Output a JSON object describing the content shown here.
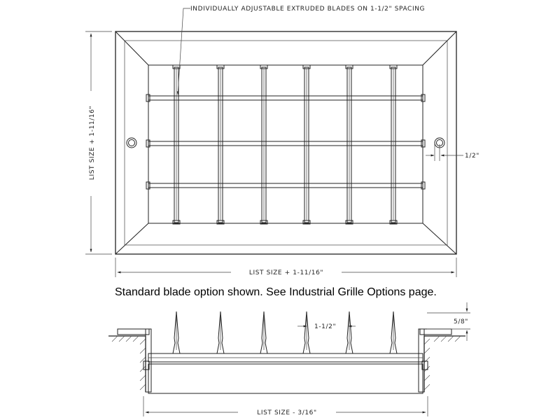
{
  "diagram": {
    "blade_callout": "INDIVIDUALLY ADJUSTABLE EXTRUDED BLADES ON 1-1/2\" SPACING",
    "height_dim": "LIST SIZE + 1-11/16\"",
    "width_dim": "LIST SIZE + 1-11/16\"",
    "offset_dim": "1/2\"",
    "caption": "Standard blade option shown. See Industrial Grille Options page.",
    "spacing_dim": "1-1/2\"",
    "depth_dim": "5/8\"",
    "bottom_dim": "LIST SIZE - 3/16\""
  }
}
